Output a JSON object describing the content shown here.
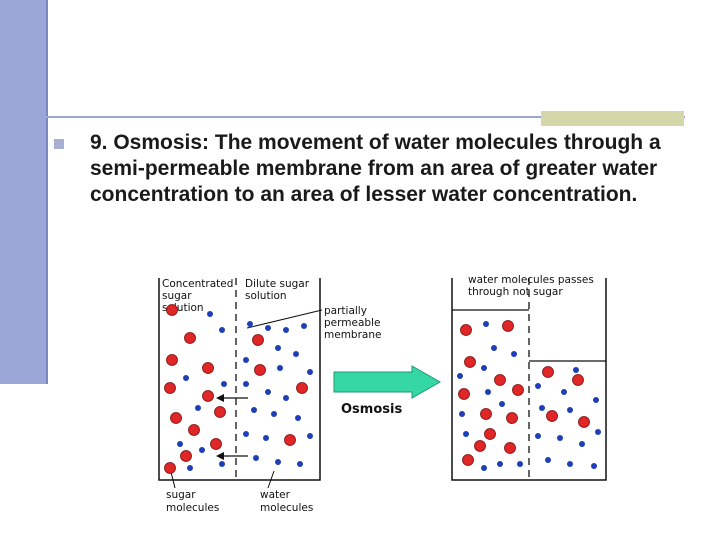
{
  "slide": {
    "bullet_text": "9. Osmosis:  The movement of water molecules through a semi-permeable membrane from an area of greater water concentration to an area of lesser water concentration."
  },
  "diagram": {
    "label_concentrated_line1": "Concentrated",
    "label_concentrated_line2": "sugar",
    "label_concentrated_line3": "solution",
    "label_dilute_line1": "Dilute sugar",
    "label_dilute_line2": "solution",
    "label_membrane_line1": "partially",
    "label_membrane_line2": "permeable",
    "label_membrane_line3": "membrane",
    "label_sugar_line1": "sugar",
    "label_sugar_line2": "molecules",
    "label_water_line1": "water",
    "label_water_line2": "molecules",
    "label_passes_line1": "water molecules passes",
    "label_passes_line2": "through not sugar",
    "arrow_label": "Osmosis",
    "colors": {
      "sugar": "#e02626",
      "water": "#1f3fb8",
      "arrow": "#35d8a4"
    }
  }
}
